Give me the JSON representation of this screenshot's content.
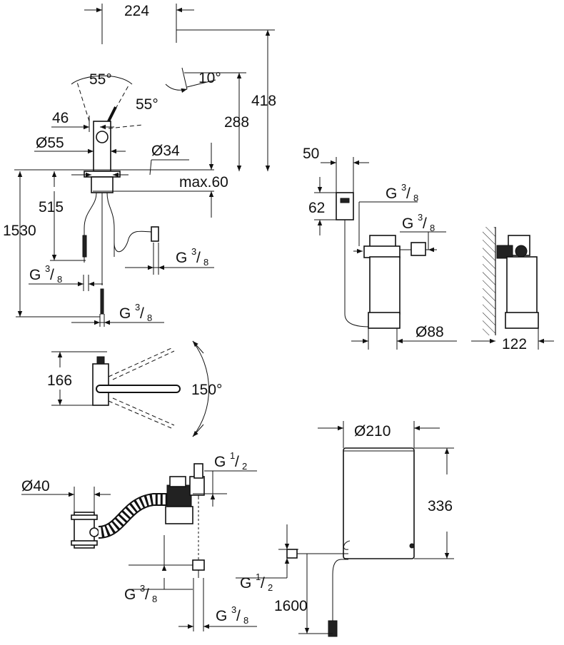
{
  "faucet": {
    "width": "224",
    "height_total": "418",
    "height_spout": "288",
    "angle_spout_tip": "10°",
    "angle_handle_left": "55°",
    "angle_handle_right": "55°",
    "handle_offset": "46",
    "base_diameter": "Ø55",
    "hole_diameter": "Ø34",
    "max_counter": "max.60",
    "hose_length_515": "515",
    "hose_length_1530": "1530",
    "thread_a": {
      "main": "G",
      "num": "3",
      "den": "8"
    },
    "thread_b": {
      "main": "G",
      "num": "3",
      "den": "8"
    },
    "thread_c": {
      "main": "G",
      "num": "3",
      "den": "8"
    }
  },
  "rotation": {
    "depth": "166",
    "swivel_angle": "150°"
  },
  "filter": {
    "head_width": "50",
    "head_height": "62",
    "thread_a": {
      "main": "G",
      "num": "3",
      "den": "8"
    },
    "thread_b": {
      "main": "G",
      "num": "3",
      "den": "8"
    },
    "diameter": "Ø88",
    "wall_depth": "122"
  },
  "drain": {
    "diameter": "Ø40",
    "thread_top": {
      "main": "G",
      "num": "1",
      "den": "2"
    },
    "thread_mid": {
      "main": "G",
      "num": "3",
      "den": "8"
    },
    "thread_bottom": {
      "main": "G",
      "num": "3",
      "den": "8"
    }
  },
  "boiler": {
    "diameter": "Ø210",
    "height": "336",
    "thread": {
      "main": "G",
      "num": "1",
      "den": "2"
    },
    "cable_length": "1600"
  }
}
